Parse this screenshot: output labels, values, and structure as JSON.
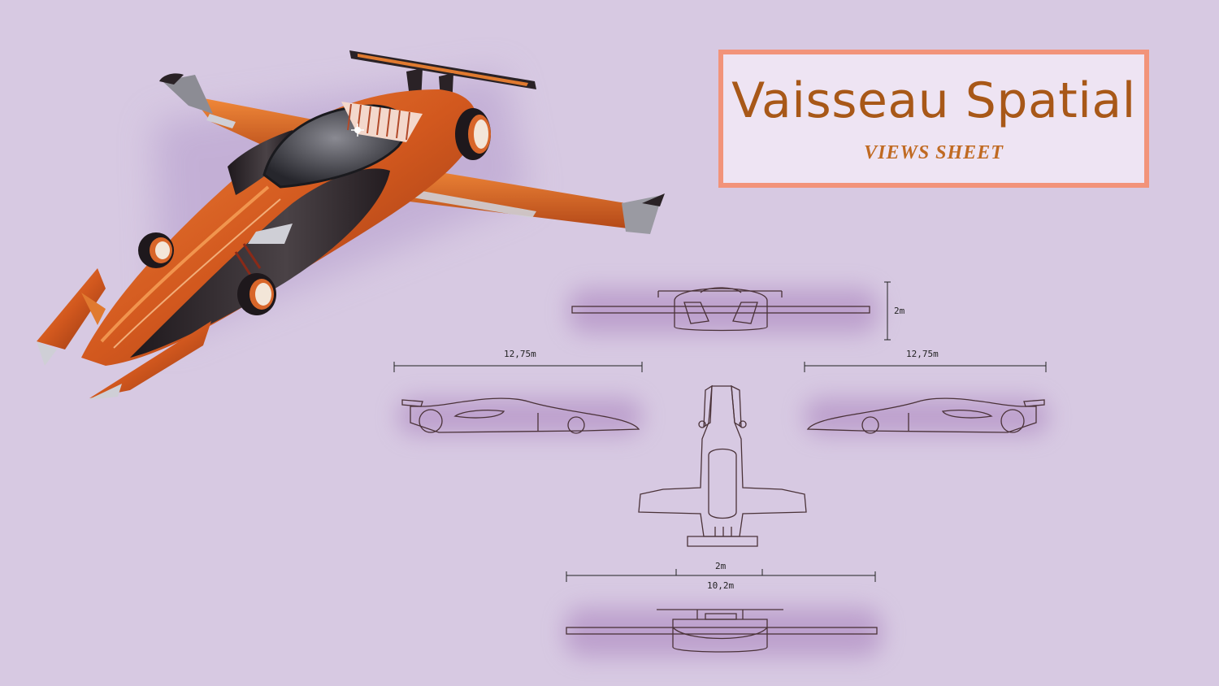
{
  "title": {
    "main": "Vaisseau Spatial",
    "sub": "VIEWS SHEET"
  },
  "dimensions": {
    "length_left": "12,75m",
    "length_right": "12,75m",
    "height": "2m",
    "width_body": "2m",
    "wingspan": "10,2m"
  },
  "colors": {
    "background": "#d7c9e2",
    "frame": "#f2937a",
    "title": "#a85818",
    "hull_orange": "#d8662a",
    "hull_dark": "#2a2226",
    "line": "#4a3238"
  }
}
